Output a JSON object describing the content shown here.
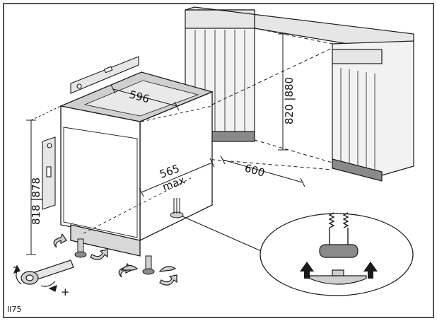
{
  "figure": {
    "code": "II75",
    "dimensions": {
      "appliance_width": "596",
      "appliance_depth": "565",
      "appliance_depth_note": "max",
      "height_range": "818 |878",
      "niche_depth": "600",
      "niche_height_range": "820 |880"
    },
    "adjust_signs": {
      "minus": "-",
      "plus": "+"
    }
  },
  "colors": {
    "line": "#1a1a1a",
    "fill_light": "#e6e6e6",
    "fill_mid": "#cfcfcf",
    "fill_dark": "#8a8a8a",
    "background": "#ffffff"
  }
}
